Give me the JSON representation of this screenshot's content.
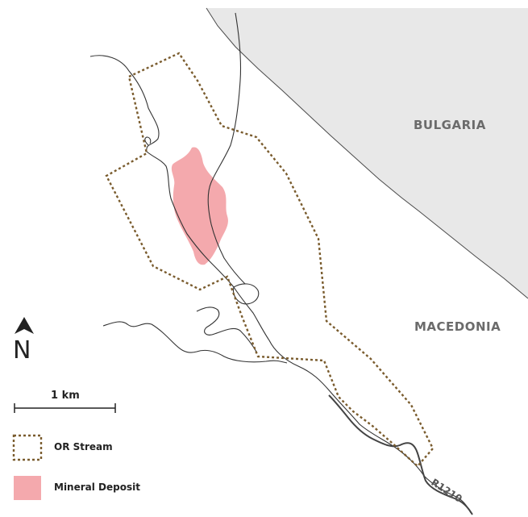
{
  "map": {
    "countries": {
      "north": "BULGARIA",
      "south": "MACEDONIA"
    },
    "road_label": "R1210",
    "north_arrow_label": "N",
    "scale_label": "1 km",
    "legend": {
      "stream": "OR Stream",
      "deposit": "Mineral Deposit"
    },
    "colors": {
      "neighbor_fill": "#e8e8e8",
      "border": "#4a4a4a",
      "stream_outline": "#7a5c2e",
      "deposit_fill": "#f4a9ad",
      "river": "#333333",
      "road": "#444444"
    }
  }
}
